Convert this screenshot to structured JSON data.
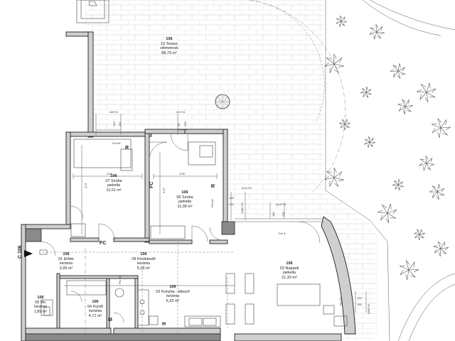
{
  "rooms": [
    {
      "num": "106",
      "name": "10 Terasz",
      "floor": "simmetrock",
      "area": "88,70 m²"
    },
    {
      "num": "106",
      "name": "07 Szoba",
      "floor": "parketta",
      "area": "11,01 m²"
    },
    {
      "num": "106",
      "name": "06 Szoba",
      "floor": "parketta",
      "area": "11,09 m²"
    },
    {
      "num": "106",
      "name": "01 Előtér",
      "floor": "kerámia",
      "area": "3,99 m²"
    },
    {
      "num": "106",
      "name": "09 Közlekedő",
      "floor": "kerámia",
      "area": "5,38 m²"
    },
    {
      "num": "106",
      "name": "03 Nappali",
      "floor": "parketta",
      "area": "21,32 m²"
    },
    {
      "num": "106",
      "name": "05 Wc",
      "floor": "kerámia",
      "area": "1,89 m²"
    },
    {
      "num": "106",
      "name": "04 Fürdő",
      "floor": "kerámia",
      "area": "4,71 m²"
    },
    {
      "num": "106",
      "name": "02 Konyha - étkező",
      "floor": "kerámia",
      "area": "6,92 m²"
    }
  ],
  "tags": {
    "r1": "R",
    "r2": "R",
    "fc1": "FC",
    "fc2": "FC",
    "entrance": "C 106",
    "m": "M",
    "h": "H"
  },
  "dims": {
    "d1": "A0/ H1",
    "d2": "A0/ H1",
    "d3": "120",
    "d4": "151",
    "d5": "90",
    "d6": "239",
    "d7": "Pm 84",
    "d8": "3,07",
    "d9": "2,65",
    "d10": "3,37",
    "d11": "3,35",
    "d12": "A14/ H1",
    "d13": "100",
    "d14": "151",
    "d15": "A39/ H1",
    "d16": "A14/ H1",
    "d17": "180",
    "d18": "239",
    "d19": "Pm 3",
    "d20": "Pm 84",
    "d21": "125",
    "d22": "151",
    "d23": "A69/ H1",
    "d24": "Pm 90",
    "d25": "Pm 90"
  },
  "colors": {
    "wall": "#cfcfcf",
    "wall_dark": "#8a8a8a",
    "line": "#222222",
    "tile": "#c8c8c8"
  }
}
